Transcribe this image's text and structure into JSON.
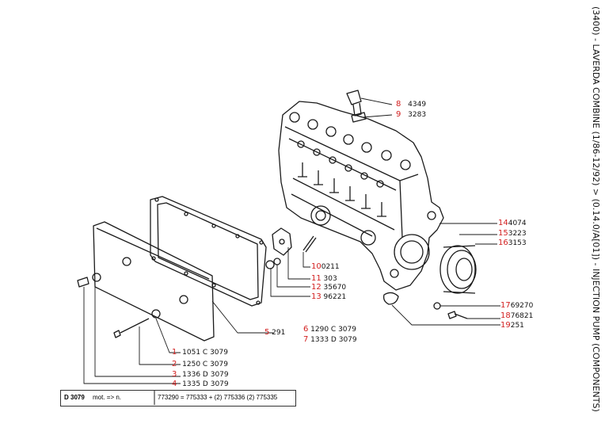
{
  "header": {
    "title": "(3400) - LAVERDA COMBINE (1/86-12/92) > (0.14.0/A[01]) - INJECTION PUMP (COMPONENTS)"
  },
  "callouts": [
    {
      "num": "1",
      "code": "1051 C 3079"
    },
    {
      "num": "2",
      "code": "1250 C 3079"
    },
    {
      "num": "3",
      "code": "1336 D 3079"
    },
    {
      "num": "4",
      "code": "1335 D 3079"
    },
    {
      "num": "5",
      "code": "291"
    },
    {
      "num": "6",
      "code": "1290 C 3079"
    },
    {
      "num": "7",
      "code": "1333 D 3079"
    },
    {
      "num": "8",
      "code": "4349"
    },
    {
      "num": "9",
      "code": "3283"
    },
    {
      "num": "10",
      "code": "0211"
    },
    {
      "num": "11",
      "code": "303"
    },
    {
      "num": "12",
      "code": "35670"
    },
    {
      "num": "13",
      "code": "96221"
    },
    {
      "num": "14",
      "code": "4074"
    },
    {
      "num": "15",
      "code": "3223"
    },
    {
      "num": "16",
      "code": "3153"
    },
    {
      "num": "17",
      "code": "69270"
    },
    {
      "num": "18",
      "code": "76821"
    },
    {
      "num": "19",
      "code": "251"
    }
  ],
  "footer": {
    "left": "D 3079",
    "mid": "mot. => n.",
    "right": "773290 = 775333 + (2) 775336 (2) 775335"
  }
}
